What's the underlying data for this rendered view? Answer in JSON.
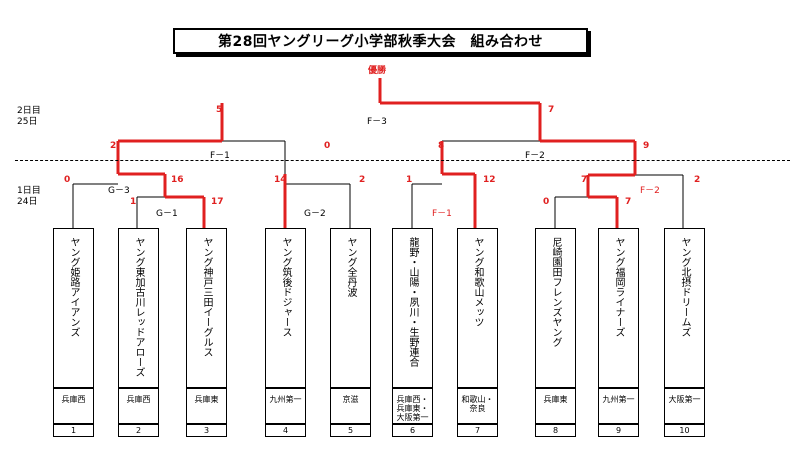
{
  "title": "第28回ヤングリーグ小学部秋季大会　組み合わせ",
  "final_label": "優勝",
  "rounds": [
    {
      "day": "2日目",
      "date": "25日"
    },
    {
      "day": "1日目",
      "date": "24日"
    }
  ],
  "match_labels": {
    "f3": "F－3",
    "f1": "F－1",
    "f2": "F－2",
    "g3": "G－3",
    "g1": "G－1",
    "g2": "G－2",
    "f1b": "F－1",
    "f2b": "F－2"
  },
  "scores": {
    "final_left": "5",
    "final_right": "7",
    "f1_left": "2",
    "f1_right": "0",
    "f2_left": "8",
    "f2_right": "9",
    "g3_left": "0",
    "g3_right": "16",
    "g1_left": "1",
    "g1_right": "17",
    "g2_left": "14",
    "g2_right": "2",
    "f1b_left": "1",
    "f1b_right": "12",
    "f2b_top_left": "7",
    "f2b_top_right": "2",
    "f2b_left": "0",
    "f2b_right": "7"
  },
  "teams": [
    {
      "no": "1",
      "name": "ヤング姫路アイアンズ",
      "region": "兵庫西"
    },
    {
      "no": "2",
      "name": "ヤング東加古川レッドアローズ",
      "region": "兵庫西"
    },
    {
      "no": "3",
      "name": "ヤング神戸三田イーグルス",
      "region": "兵庫東"
    },
    {
      "no": "4",
      "name": "ヤング筑後ドジャース",
      "region": "九州第一"
    },
    {
      "no": "5",
      "name": "ヤング全丹波",
      "region": "京滋"
    },
    {
      "no": "6",
      "name": "龍野・山陽・夙川・生野連合",
      "region": "兵庫西・兵庫東・大阪第一"
    },
    {
      "no": "7",
      "name": "ヤング和歌山メッツ",
      "region": "和歌山・奈良"
    },
    {
      "no": "8",
      "name": "尼崎園田フレンズヤング",
      "region": "兵庫東"
    },
    {
      "no": "9",
      "name": "ヤング福岡ライナーズ",
      "region": "九州第一"
    },
    {
      "no": "10",
      "name": "ヤング北摂ドリームズ",
      "region": "大阪第一"
    }
  ]
}
